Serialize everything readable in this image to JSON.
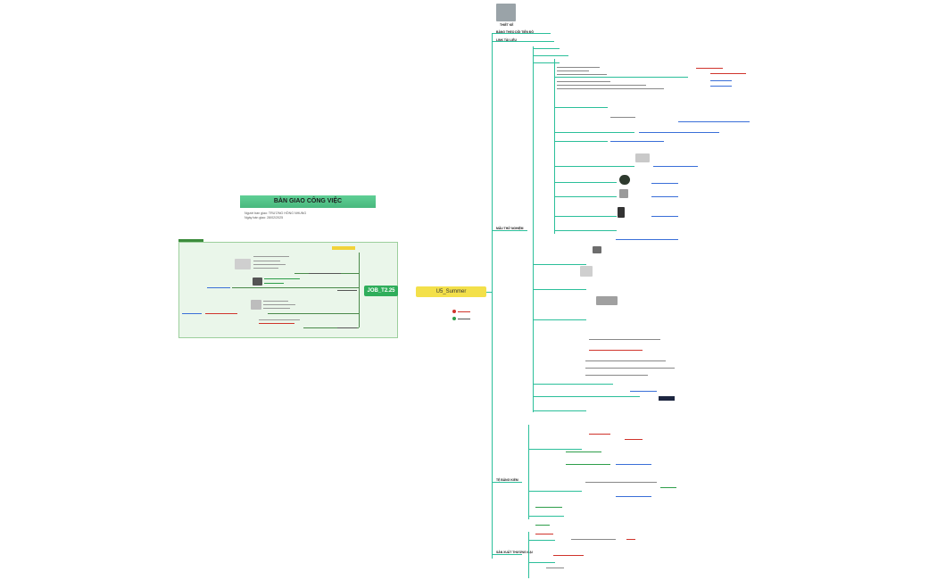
{
  "title_card": {
    "title": "BÀN GIAO CÔNG VIỆC",
    "handover_by": "Người bàn giao: TRƯƠNG HỒNG NHUNG",
    "handover_date": "Ngày bàn giao: 28/02/2025"
  },
  "panel": {
    "badge": "JOB_T2.25",
    "head_tab": "",
    "side_tag": ""
  },
  "root": {
    "label": "U5_Summer"
  },
  "left_dots": {
    "red_label": "",
    "green_label": ""
  },
  "sections": {
    "top_label": "THIẾT KẾ",
    "s1": "BẢNG THEO DÕI TIẾN ĐỘ",
    "s2": "LINK TÀI LIỆU",
    "s3": "MẪU THỬ NGHIỆM",
    "s4": "TỆ BẢNG KIỂM",
    "s5": "SẢN XUẤT THƯƠNG MẠI"
  },
  "colors": {
    "connector": "#2bbf9a",
    "title_bg": "#56c88d",
    "panel_bg": "#eaf6ea",
    "job_bg": "#2fae5b",
    "root_bg": "#f3e04a",
    "accent_red": "#d0342c"
  }
}
